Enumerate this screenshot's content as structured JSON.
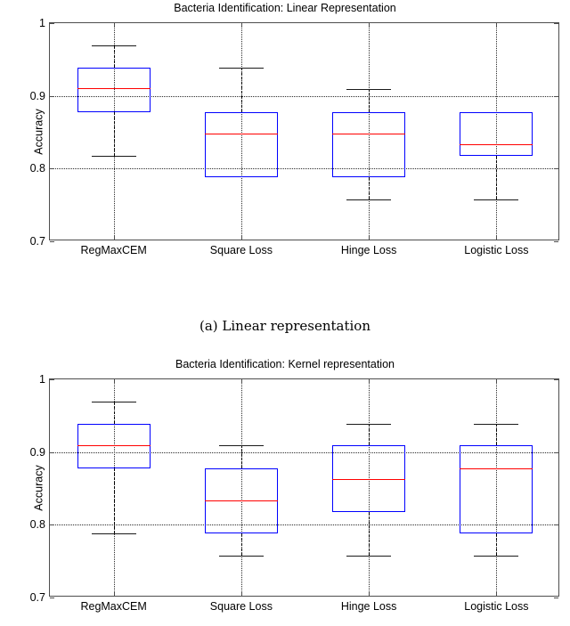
{
  "figure": {
    "subcaption": "(a)  Linear representation"
  },
  "axis": {
    "ylabel": "Accuracy",
    "yticks": [
      "0.7",
      "0.8",
      "0.9",
      "1"
    ],
    "ygrid_labels": [
      "0.8",
      "0.9"
    ],
    "categories": [
      "RegMaxCEM",
      "Square Loss",
      "Hinge Loss",
      "Logistic Loss"
    ]
  },
  "colors": {
    "box": "#0000ff",
    "median": "#ff0000",
    "whisker": "#000000",
    "axis": "#4d4d4d",
    "grid": "#2b2b2b",
    "background": "#ffffff"
  },
  "chart_data": [
    {
      "type": "box",
      "title": "Bacteria Identification: Linear Representation",
      "xlabel": "",
      "ylabel": "Accuracy",
      "ylim": [
        0.7,
        1.0
      ],
      "yticks": [
        0.7,
        0.8,
        0.9,
        1.0
      ],
      "grid": "dotted gridlines at y=0.8 and y=0.9 and at each category center",
      "categories": [
        "RegMaxCEM",
        "Square Loss",
        "Hinge Loss",
        "Logistic Loss"
      ],
      "boxes": [
        {
          "label": "RegMaxCEM",
          "whisker_low": 0.818,
          "q1": 0.878,
          "median": 0.911,
          "q3": 0.939,
          "whisker_high": 0.969
        },
        {
          "label": "Square Loss",
          "whisker_low": 0.788,
          "q1": 0.788,
          "median": 0.848,
          "q3": 0.878,
          "whisker_high": 0.939
        },
        {
          "label": "Hinge Loss",
          "whisker_low": 0.757,
          "q1": 0.788,
          "median": 0.848,
          "q3": 0.878,
          "whisker_high": 0.909
        },
        {
          "label": "Logistic Loss",
          "whisker_low": 0.757,
          "q1": 0.818,
          "median": 0.833,
          "q3": 0.878,
          "whisker_high": 0.878
        }
      ]
    },
    {
      "type": "box",
      "title": "Bacteria Identification: Kernel representation",
      "xlabel": "",
      "ylabel": "Accuracy",
      "ylim": [
        0.7,
        1.0
      ],
      "yticks": [
        0.7,
        0.8,
        0.9,
        1.0
      ],
      "grid": "dotted gridlines at y=0.8 and y=0.9 and at each category center",
      "categories": [
        "RegMaxCEM",
        "Square Loss",
        "Hinge Loss",
        "Logistic Loss"
      ],
      "boxes": [
        {
          "label": "RegMaxCEM",
          "whisker_low": 0.788,
          "q1": 0.878,
          "median": 0.909,
          "q3": 0.939,
          "whisker_high": 0.969
        },
        {
          "label": "Square Loss",
          "whisker_low": 0.757,
          "q1": 0.788,
          "median": 0.833,
          "q3": 0.878,
          "whisker_high": 0.909
        },
        {
          "label": "Hinge Loss",
          "whisker_low": 0.757,
          "q1": 0.818,
          "median": 0.863,
          "q3": 0.909,
          "whisker_high": 0.939
        },
        {
          "label": "Logistic Loss",
          "whisker_low": 0.757,
          "q1": 0.788,
          "median": 0.878,
          "q3": 0.909,
          "whisker_high": 0.939
        }
      ]
    }
  ]
}
